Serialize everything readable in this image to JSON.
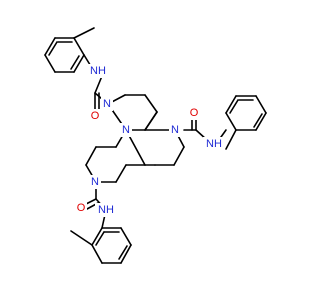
{
  "colors": {
    "bond": "#000000",
    "nitrogen": "#1f2bd4",
    "oxygen": "#e00000",
    "background": "#ffffff"
  },
  "atom_labels": {
    "n_ring_top": "N",
    "n_ring_right": "N",
    "n_ring_bottom": "N",
    "n_ring_center": "N",
    "nh_top": "NH",
    "nh_right": "NH",
    "nh_bottom": "NH",
    "o_top": "O",
    "o_right": "O",
    "o_bottom": "O"
  }
}
